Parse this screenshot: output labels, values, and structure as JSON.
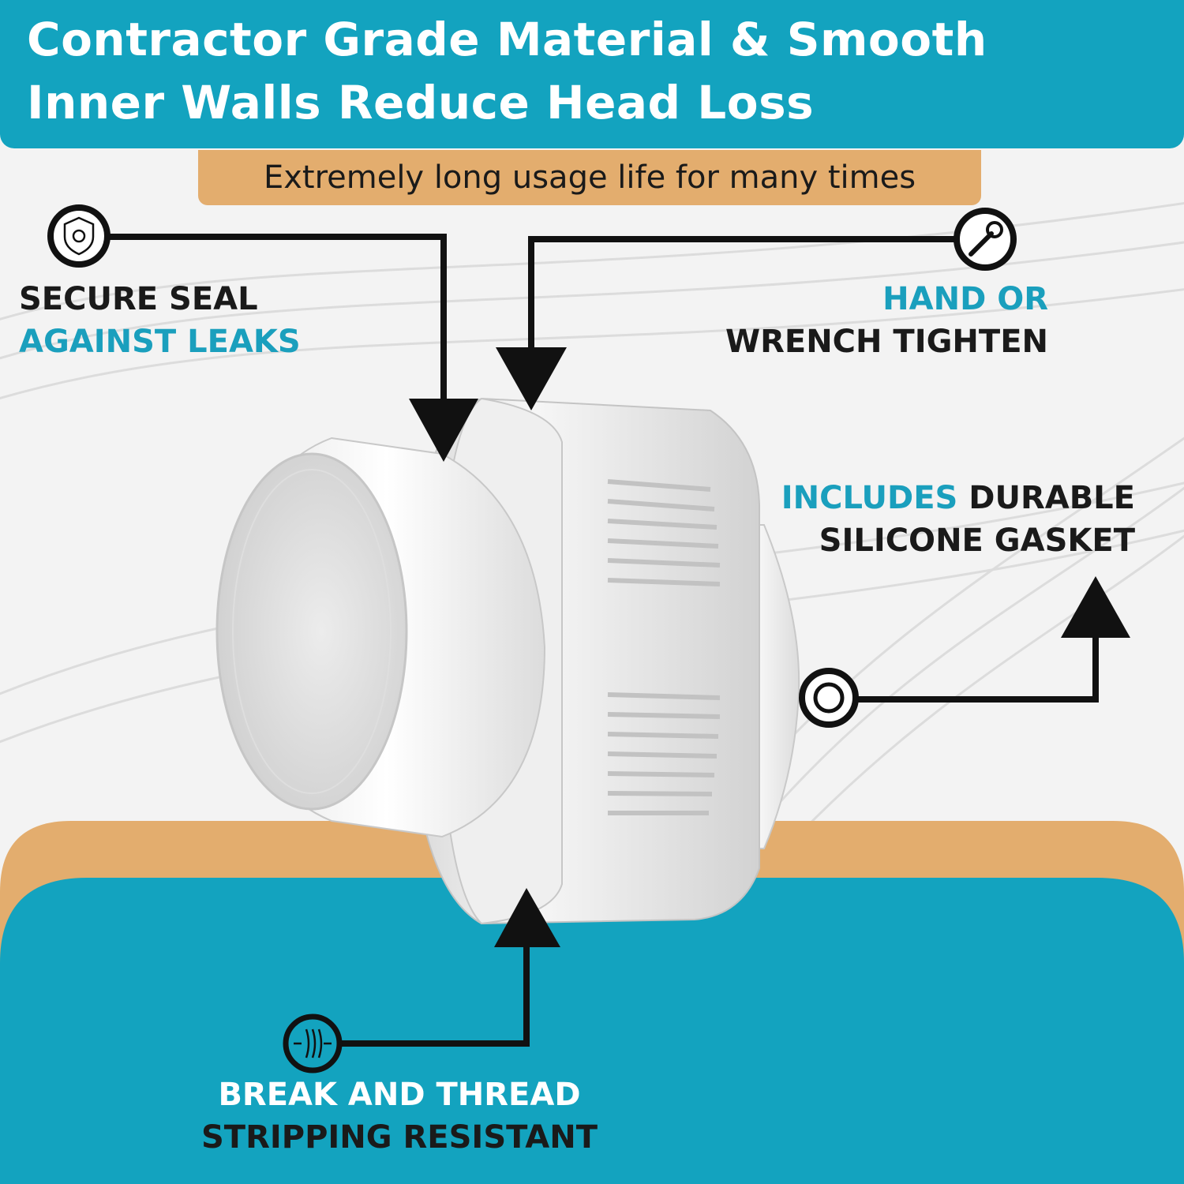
{
  "header": {
    "title_line1": "Contractor Grade Material & Smooth",
    "title_line2": "Inner Walls Reduce Head Loss"
  },
  "subbanner": {
    "text": "Extremely long usage life for many times"
  },
  "callouts": {
    "secure_seal": {
      "line1": "SECURE SEAL",
      "line2": "AGAINST LEAKS",
      "icon": "shield-gear-icon"
    },
    "hand_tighten": {
      "line1": "HAND OR",
      "line2": "WRENCH TIGHTEN",
      "icon": "wrench-icon"
    },
    "gasket": {
      "line1_highlight": "INCLUDES",
      "line1_rest": " DURABLE",
      "line2": "SILICONE GASKET",
      "icon": "gasket-ring-icon"
    },
    "resistant": {
      "line1": "BREAK AND THREAD",
      "line2": "STRIPPING RESISTANT",
      "icon": "pressure-resistance-icon"
    }
  },
  "colors": {
    "teal": "#13a3bf",
    "tan": "#e3ad6e",
    "text_dark": "#1a1a1a",
    "text_blue": "#1a9fbd"
  }
}
